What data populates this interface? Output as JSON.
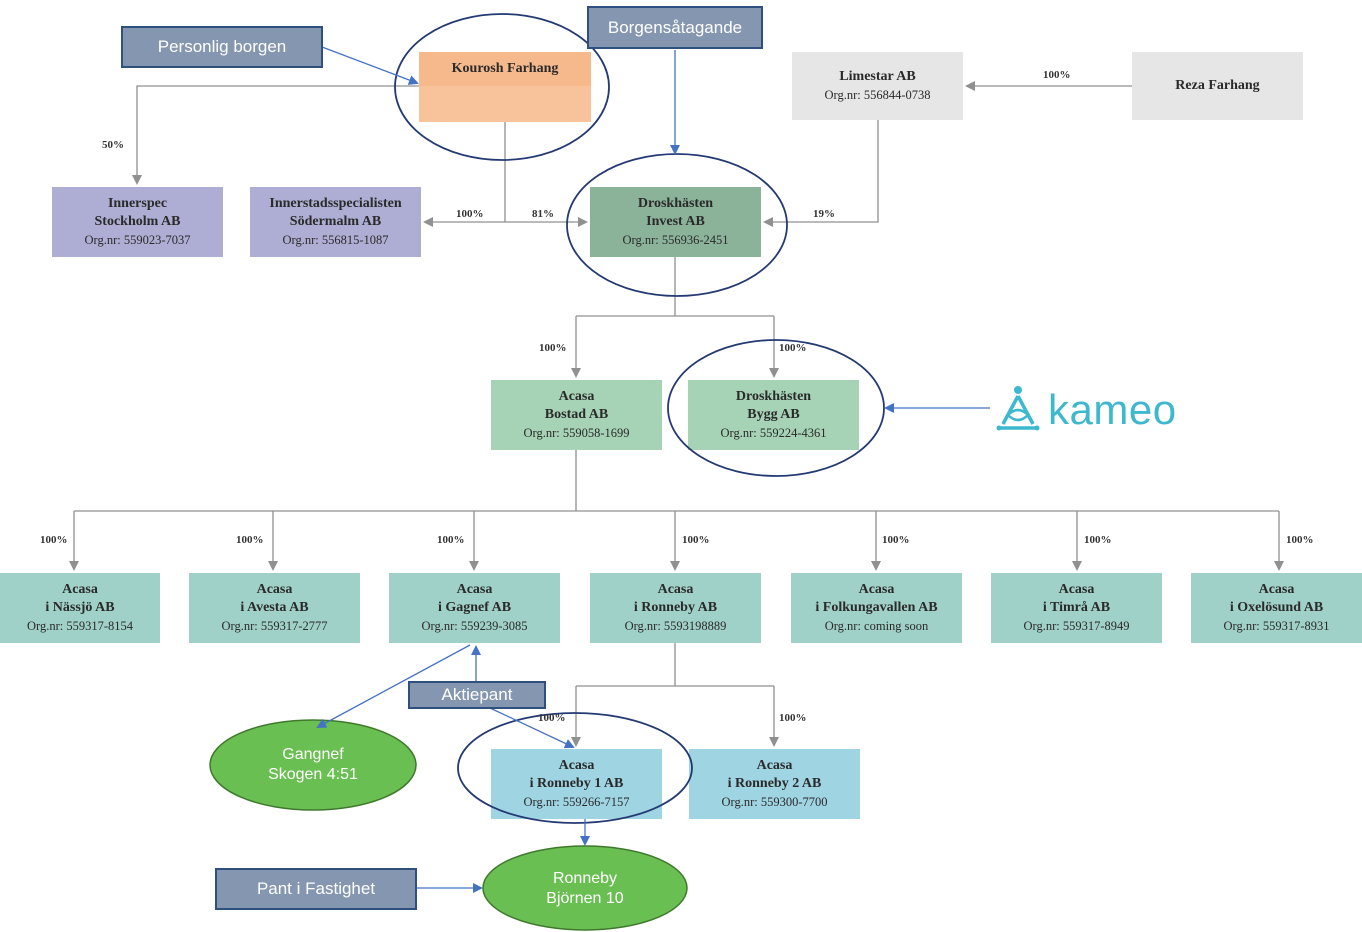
{
  "callouts": {
    "personlig_borgen": "Personlig borgen",
    "borgensatagande": "Borgensåtagande",
    "aktiepant": "Aktiepant",
    "pant_i_fastighet": "Pant i Fastighet"
  },
  "entities": {
    "kourosh": {
      "title": "Kourosh Farhang"
    },
    "limestar": {
      "title": "Limestar AB",
      "org": "Org.nr: 556844-0738"
    },
    "reza": {
      "title": "Reza Farhang"
    },
    "innerspec": {
      "title1": "Innerspec",
      "title2": "Stockholm AB",
      "org": "Org.nr: 559023-7037"
    },
    "innerstads": {
      "title1": "Innerstadsspecialisten",
      "title2": "Södermalm AB",
      "org": "Org.nr: 556815-1087"
    },
    "droskhasten_invest": {
      "title1": "Droskhästen",
      "title2": "Invest AB",
      "org": "Org.nr: 556936-2451"
    },
    "acasa_bostad": {
      "title1": "Acasa",
      "title2": "Bostad AB",
      "org": "Org.nr: 559058-1699"
    },
    "droskhasten_bygg": {
      "title1": "Droskhästen",
      "title2": "Bygg AB",
      "org": "Org.nr: 559224-4361"
    },
    "nassjo": {
      "title1": "Acasa",
      "title2": "i Nässjö AB",
      "org": "Org.nr: 559317-8154"
    },
    "avesta": {
      "title1": "Acasa",
      "title2": "i Avesta AB",
      "org": "Org.nr: 559317-2777"
    },
    "gagnef": {
      "title1": "Acasa",
      "title2": "i Gagnef AB",
      "org": "Org.nr: 559239-3085"
    },
    "ronneby": {
      "title1": "Acasa",
      "title2": "i Ronneby AB",
      "org": "Org.nr: 5593198889"
    },
    "folkungavallen": {
      "title1": "Acasa",
      "title2": "i Folkungavallen AB",
      "org": "Org.nr: coming soon"
    },
    "timra": {
      "title1": "Acasa",
      "title2": "i Timrå AB",
      "org": "Org.nr: 559317-8949"
    },
    "oxelosund": {
      "title1": "Acasa",
      "title2": "i Oxelösund AB",
      "org": "Org.nr: 559317-8931"
    },
    "ronneby1": {
      "title1": "Acasa",
      "title2": "i Ronneby 1 AB",
      "org": "Org.nr: 559266-7157"
    },
    "ronneby2": {
      "title1": "Acasa",
      "title2": "i Ronneby 2 AB",
      "org": "Org.nr: 559300-7700"
    }
  },
  "properties": {
    "gangnef": {
      "line1": "Gangnef",
      "line2": "Skogen 4:51"
    },
    "ronneby_bjornen": {
      "line1": "Ronneby",
      "line2": "Björnen 10"
    }
  },
  "percentages": {
    "reza_limestar": "100%",
    "kourosh_innerspec": "50%",
    "kourosh_innerstads": "100%",
    "kourosh_invest": "81%",
    "limestar_invest": "19%",
    "invest_bostad": "100%",
    "invest_bygg": "100%",
    "nassjo": "100%",
    "avesta": "100%",
    "gagnef": "100%",
    "ronneby": "100%",
    "folkungavallen": "100%",
    "timra": "100%",
    "oxelosund": "100%",
    "ronneby1": "100%",
    "ronneby2": "100%"
  },
  "logo": {
    "name": "kameo",
    "icon": "kameo-logo-icon"
  },
  "colors": {
    "orange": "#f8c39a",
    "grey": "#e6e6e6",
    "lavender": "#aeaed4",
    "dark_green": "#8ab39a",
    "mid_green": "#a6d3b6",
    "teal": "#a0d1c8",
    "light_blue": "#9fd4e3",
    "ellipse_green": "#6abf52",
    "callout": "#8496b0",
    "navy": "#243a73",
    "kameo": "#3db8cf"
  }
}
